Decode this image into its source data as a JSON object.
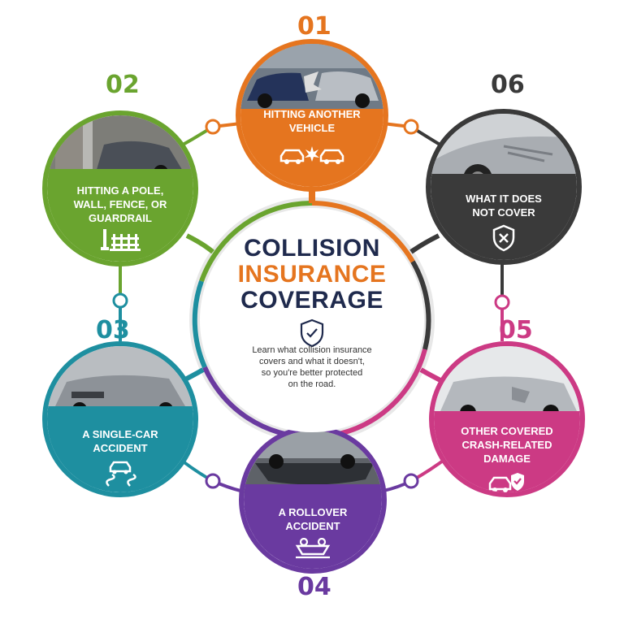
{
  "center": {
    "title_line1": "COLLISION",
    "title_line2": "INSURANCE",
    "title_line3": "COVERAGE",
    "description": "Learn what collision insurance\ncovers and what it doesn't,\nso you're better protected\non the road.",
    "title_color": "#1f2a4d",
    "accent_color": "#e5751f"
  },
  "items": [
    {
      "number": "01",
      "label": "HITTING ANOTHER\nVEHICLE",
      "color": "#e5751f",
      "icon": "two-cars-collision-icon"
    },
    {
      "number": "02",
      "label": "HITTING A POLE,\nWALL, FENCE, OR\nGUARDRAIL",
      "color": "#6aa42f",
      "icon": "fence-pole-icon"
    },
    {
      "number": "03",
      "label": "A SINGLE-CAR\nACCIDENT",
      "color": "#1e8fa0",
      "icon": "skidding-car-icon"
    },
    {
      "number": "04",
      "label": "A ROLLOVER\nACCIDENT",
      "color": "#6a3aa0",
      "icon": "overturned-car-icon"
    },
    {
      "number": "05",
      "label": "OTHER COVERED\nCRASH-RELATED\nDAMAGE",
      "color": "#cc3a84",
      "icon": "car-shield-check-icon"
    },
    {
      "number": "06",
      "label": "WHAT IT DOES\nNOT COVER",
      "color": "#3a3a3a",
      "icon": "shield-x-icon"
    }
  ]
}
